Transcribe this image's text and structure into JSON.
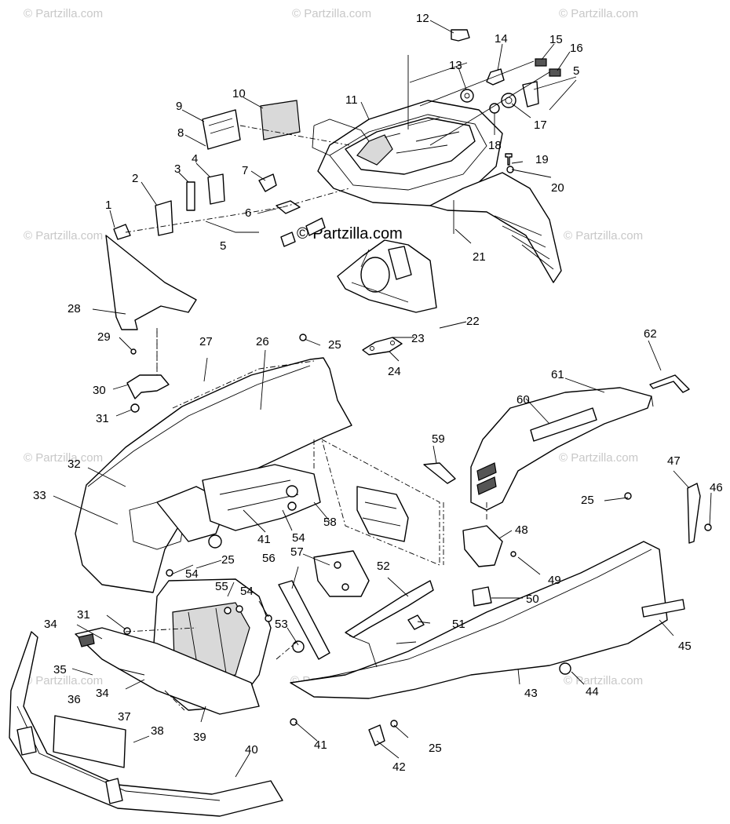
{
  "watermark": {
    "text": "© Partzilla.com",
    "center_text": "© Partzilla.com"
  },
  "callouts": [
    "1",
    "2",
    "3",
    "4",
    "5",
    "6",
    "7",
    "8",
    "9",
    "10",
    "11",
    "12",
    "13",
    "14",
    "15",
    "16",
    "5",
    "17",
    "18",
    "19",
    "20",
    "21",
    "22",
    "23",
    "24",
    "25",
    "26",
    "27",
    "28",
    "29",
    "30",
    "31",
    "32",
    "33",
    "25",
    "34",
    "31",
    "35",
    "34",
    "36",
    "37",
    "38",
    "39",
    "40",
    "41",
    "25",
    "42",
    "43",
    "44",
    "45",
    "46",
    "47",
    "48",
    "49",
    "50",
    "51",
    "52",
    "53",
    "54",
    "54",
    "55",
    "56",
    "57",
    "58",
    "59",
    "60",
    "61",
    "62",
    "41",
    "54",
    "25",
    "5"
  ]
}
